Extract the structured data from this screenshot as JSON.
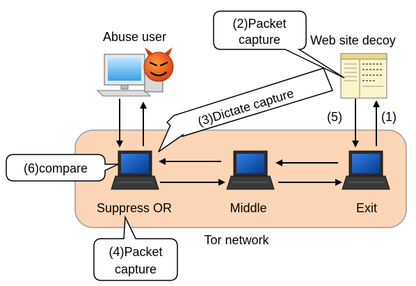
{
  "labels": {
    "abuse_user": "Abuse user",
    "web_site_decoy": "Web site decoy",
    "suppress_or": "Suppress OR",
    "middle": "Middle",
    "exit": "Exit",
    "tor_network": "Tor network"
  },
  "callouts": {
    "packet_capture_2_line1": "(2)Packet",
    "packet_capture_2_line2": "capture",
    "dictate_capture_3": "(3)Dictate capture",
    "compare_6": "(6)compare",
    "packet_capture_4_line1": "(4)Packet",
    "packet_capture_4_line2": "capture"
  },
  "arrow_labels": {
    "step_5": "(5)",
    "step_1": "(1)"
  },
  "colors": {
    "network_fill": "#fbd5b5",
    "network_stroke": "#9a9a9a",
    "laptop_screen": "#1f5fbf",
    "laptop_body": "#2b2b2b",
    "devil_face": "#e8501a",
    "decoy_fill": "#fdf5c9"
  }
}
